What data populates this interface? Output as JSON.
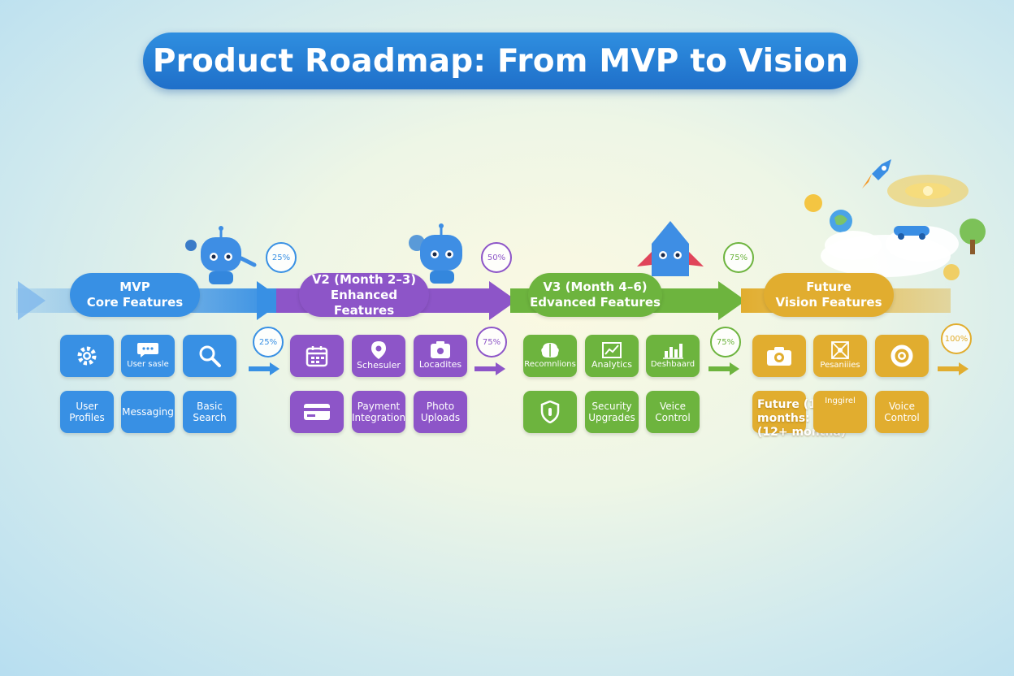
{
  "title": "Product Roadmap: From MVP to Vision",
  "colors": {
    "blue": "#3890e4",
    "purple": "#8d55c8",
    "green": "#6db43e",
    "gold": "#e1ad2f"
  },
  "phases": [
    {
      "name": "MVP",
      "subtitle": "Core Features",
      "progress_label": "25%",
      "color": "#3890e4",
      "features": [
        {
          "label": "",
          "icon": "gear-icon"
        },
        {
          "label": "User Profiles",
          "icon": ""
        },
        {
          "label": "User sasle",
          "icon": "chat-icon"
        },
        {
          "label": "Messaging",
          "icon": ""
        },
        {
          "label": "",
          "icon": "search-icon"
        },
        {
          "label": "Basic Search",
          "icon": ""
        }
      ],
      "next_progress_label": "25%"
    },
    {
      "name": "V2 (Month 2–3)",
      "subtitle": "Enhanced Features",
      "progress_label": "50%",
      "color": "#8d55c8",
      "features": [
        {
          "label": "",
          "icon": "calendar-icon"
        },
        {
          "label": "",
          "icon": "credit-card-icon"
        },
        {
          "label": "Schesuler",
          "icon": "location-pin-icon"
        },
        {
          "label": "Payment Integration",
          "icon": ""
        },
        {
          "label": "Locadites",
          "icon": "photo-icon"
        },
        {
          "label": "Photo Uploads",
          "icon": ""
        }
      ],
      "next_progress_label": "75%"
    },
    {
      "name": "V3 (Month 4–6)",
      "subtitle": "Edvanced Features",
      "progress_label": "75%",
      "color": "#6db43e",
      "features": [
        {
          "label": "Recomnlions",
          "icon": "brain-icon"
        },
        {
          "label": "",
          "icon": "shield-icon"
        },
        {
          "label": "Analytics",
          "icon": "chart-icon"
        },
        {
          "label": "Security Upgrades",
          "icon": ""
        },
        {
          "label": "Deshbaard",
          "icon": "bar-chart-icon"
        },
        {
          "label": "Veice Control",
          "icon": ""
        }
      ],
      "next_progress_label": "75%"
    },
    {
      "name": "Future",
      "subtitle": "Vision Features",
      "progress_label": "",
      "color": "#e1ad2f",
      "features": [
        {
          "label": "",
          "icon": "camera-icon"
        },
        {
          "label": "Future (12+ months:",
          "icon": ""
        },
        {
          "label": "(12+ montha)",
          "icon": ""
        },
        {
          "label": "Pesaniiies",
          "icon": "network-icon"
        },
        {
          "label": "Inggirel",
          "icon": ""
        },
        {
          "label": "",
          "icon": "lifebuoy-icon"
        },
        {
          "label": "Voice Control",
          "icon": ""
        }
      ],
      "next_progress_label": "100%"
    }
  ]
}
